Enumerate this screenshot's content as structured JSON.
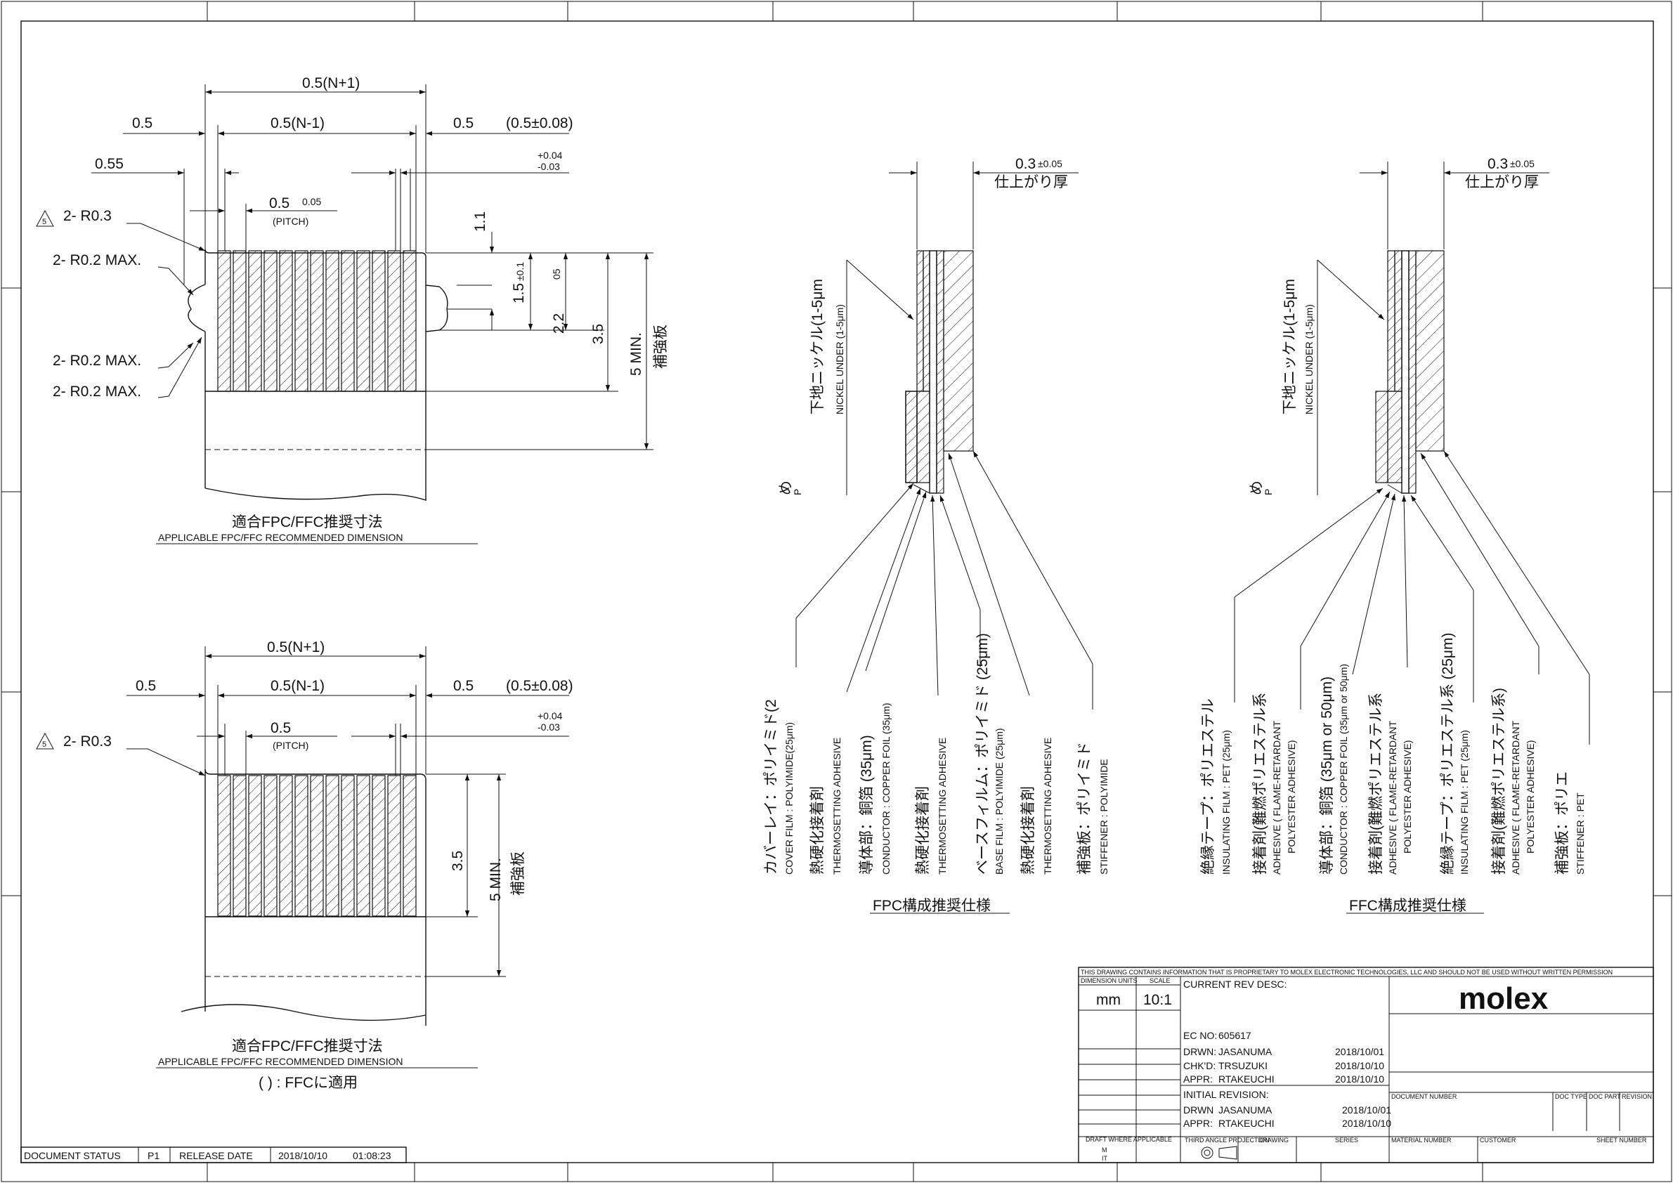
{
  "drawing1": {
    "dim_overall": "0.5(N+1)",
    "dim_left": "0.5",
    "dim_center": "0.5(N-1)",
    "dim_right": "0.5",
    "dim_right_paren": "(0.5±0.08)",
    "dim_055": "0.55",
    "tol_plus": "+0.04",
    "tol_minus": "-0.03",
    "pitch_val": "0.5",
    "pitch_tol": "0.05",
    "pitch_label": "(PITCH)",
    "rev_mark": "5",
    "note_r03": "2- R0.3",
    "note_r02_a": "2- R0.2 MAX.",
    "note_r02_b": "2- R0.2 MAX.",
    "note_r02_c": "2- R0.2 MAX.",
    "dim_11": "1.1",
    "dim_15": "1.5",
    "dim_15_tol": "±0.1",
    "dim_05_small": "05",
    "dim_22": "2.2",
    "dim_35": "3.5",
    "dim_5min": "5 MIN.",
    "stiffener_jp": "補強板",
    "title_jp": "適合FPC/FFC推奨寸法",
    "title_en": "APPLICABLE FPC/FFC RECOMMENDED DIMENSION"
  },
  "drawing2": {
    "dim_overall": "0.5(N+1)",
    "dim_left": "0.5",
    "dim_center": "0.5(N-1)",
    "dim_right": "0.5",
    "dim_right_paren": "(0.5±0.08)",
    "tol_plus": "+0.04",
    "tol_minus": "-0.03",
    "pitch_val": "0.5",
    "pitch_label": "(PITCH)",
    "rev_mark": "5",
    "note_r03": "2- R0.3",
    "dim_35": "3.5",
    "dim_5min": "5 MIN.",
    "stiffener_jp": "補強板",
    "title_jp": "適合FPC/FFC推奨寸法",
    "title_en": "APPLICABLE FPC/FFC RECOMMENDED DIMENSION",
    "note_ffc": "( ) : FFCに適用"
  },
  "fpc": {
    "thickness": "0.3",
    "thickness_tol": "±0.05",
    "finish_jp": "仕上がり厚",
    "nickel_jp": "下地ニッケル(1-5μm",
    "nickel_en": "NICKEL UNDER (1-5μm)",
    "gold_jp": "め",
    "gold_en": "P",
    "title": "FPC構成推奨仕様",
    "layers": [
      {
        "jp": "カバーレイ：ポリイミド(2",
        "en": "COVER FILM : POLYIMIDE(25μm)"
      },
      {
        "jp": "熱硬化接着剤",
        "en": "THERMOSETTING ADHESIVE"
      },
      {
        "jp": "導体部：銅箔 (35μm)",
        "en": "CONDUCTOR : COPPER FOIL (35μm)"
      },
      {
        "jp": "熱硬化接着剤",
        "en": "THERMOSETTING ADHESIVE"
      },
      {
        "jp": "ベースフィルム：ポリイミド (25μm)",
        "en": "BASE FILM : POLYIMIDE (25μm)"
      },
      {
        "jp": "熱硬化接着剤",
        "en": "THERMOSETTING ADHESIVE"
      },
      {
        "jp": "補強板：ポリイミド",
        "en": "STIFFENER : POLYIMIDE"
      }
    ]
  },
  "ffc": {
    "thickness": "0.3",
    "thickness_tol": "±0.05",
    "finish_jp": "仕上がり厚",
    "nickel_jp": "下地ニッケル(1-5μm",
    "nickel_en": "NICKEL UNDER (1-5μm)",
    "gold_jp": "め",
    "gold_en": "P",
    "title": "FFC構成推奨仕様",
    "layers": [
      {
        "jp": "絶縁テープ：ポリエステル",
        "en": "INSULATING FILM : PET (25μm)",
        "en2": ""
      },
      {
        "jp": "接着剤(難燃ポリエステル系",
        "en": "ADHESIVE ( FLAME-RETARDANT",
        "en2": "POLYESTER ADHESIVE)"
      },
      {
        "jp": "導体部：銅箔 (35μm or 50μm)",
        "en": "CONDUCTOR : COPPER FOIL (35μm or 50μm)",
        "en2": ""
      },
      {
        "jp": "接着剤(難燃ポリエステル系",
        "en": "ADHESIVE ( FLAME-RETARDANT",
        "en2": "POLYESTER ADHESIVE)"
      },
      {
        "jp": "絶縁テープ：ポリエステル系 (25μm)",
        "en": "INSULATING FILM : PET (25μm)",
        "en2": ""
      },
      {
        "jp": "接着剤(難燃ポリエステル系)",
        "en": "ADHESIVE ( FLAME-RETARDANT",
        "en2": "POLYESTER ADHESIVE)"
      },
      {
        "jp": "補強板：ポリエ",
        "en": "STIFFENER : PET",
        "en2": ""
      }
    ]
  },
  "title_block": {
    "proprietary": "THIS DRAWING CONTAINS INFORMATION THAT IS PROPRIETARY TO MOLEX ELECTRONIC TECHNOLOGIES, LLC AND SHOULD NOT BE USED WITHOUT WRITTEN PERMISSION",
    "dimension_units_label": "DIMENSION UNITS",
    "scale_label": "SCALE",
    "units": "mm",
    "scale": "10:1",
    "current_rev": "CURRENT REV DESC:",
    "ec_label": "EC NO:",
    "ec_no": "605617",
    "drwn_label": "DRWN:",
    "drwn": "JASANUMA",
    "drwn_date": "2018/10/01",
    "chkd_label": "CHK'D:",
    "chkd": "TRSUZUKI",
    "chkd_date": "2018/10/10",
    "appr_label": "APPR:",
    "appr": "RTAKEUCHI",
    "appr_date": "2018/10/10",
    "initial_rev": "INITIAL REVISION:",
    "i_drwn_label": "DRWN",
    "i_drwn": "JASANUMA",
    "i_drwn_date": "2018/10/01",
    "i_appr_label": "APPR:",
    "i_appr": "RTAKEUCHI",
    "i_appr_date": "2018/10/10",
    "logo": "molex",
    "document_number": "DOCUMENT NUMBER",
    "doc_type": "DOC TYPE",
    "doc_part": "DOC PART",
    "revision": "REVISION",
    "draft_where": "DRAFT WHERE APPLICABLE",
    "draft_m": "M",
    "draft_it": "IT",
    "third_angle": "THIRD ANGLE PROJECTION",
    "drawing": "DRAWING",
    "series": "SERIES",
    "material_number": "MATERIAL NUMBER",
    "customer": "CUSTOMER",
    "sheet_number": "SHEET NUMBER"
  },
  "status_bar": {
    "doc_status_label": "DOCUMENT STATUS",
    "doc_status": "P1",
    "release_label": "RELEASE DATE",
    "release_date": "2018/10/10",
    "release_time": "01:08:23"
  }
}
